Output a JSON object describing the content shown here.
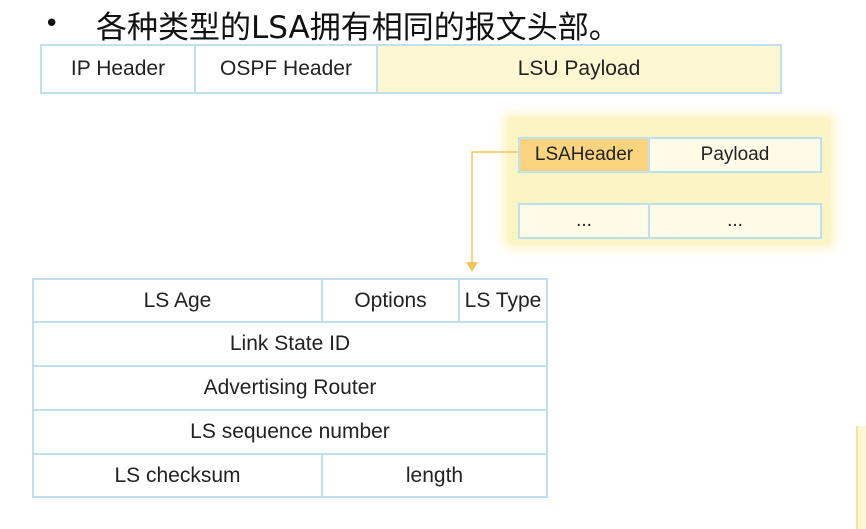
{
  "title": {
    "bullet": "•",
    "text": "各种类型的LSA拥有相同的报文头部。"
  },
  "packet": {
    "ip_header": "IP Header",
    "ospf_header": "OSPF Header",
    "lsu_payload": "LSU Payload"
  },
  "lsu": {
    "lsa_header": "LSAHeader",
    "payload": "Payload",
    "ellipsis_1": "...",
    "ellipsis_2": "..."
  },
  "lsa_header_fields": {
    "ls_age": "LS Age",
    "options": "Options",
    "ls_type": "LS Type",
    "link_state_id": "Link State ID",
    "advertising_router": "Advertising Router",
    "ls_sequence_number": "LS sequence number",
    "ls_checksum": "LS checksum",
    "length": "length"
  },
  "colors": {
    "cell_border": "#bfe0ee",
    "lsu_fill": "#fdf7d2",
    "panel_fill": "#fdf4c4",
    "lsa_header_fill": "#f9d37e",
    "arrow": "#f6c55a"
  }
}
